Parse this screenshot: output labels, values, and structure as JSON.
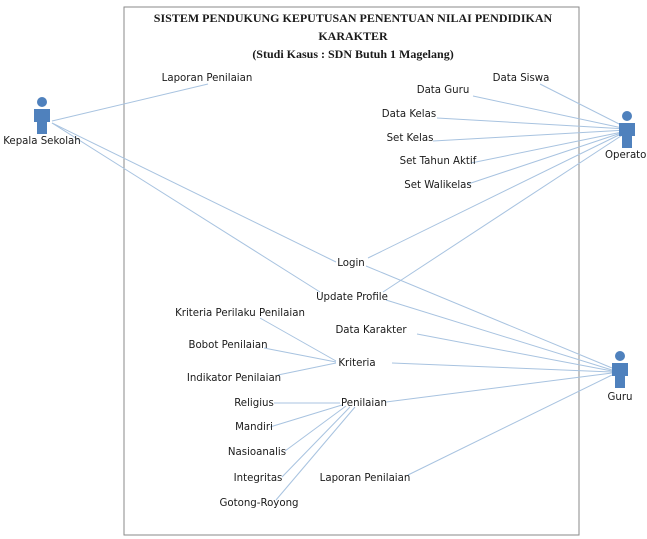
{
  "system": {
    "title_line1": "SISTEM PENDUKUNG KEPUTUSAN PENENTUAN NILAI PENDIDIKAN",
    "title_line2": "KARAKTER",
    "subtitle": "(Studi Kasus : SDN Butuh 1 Magelang)"
  },
  "actors": {
    "kepala": "Kepala Sekolah",
    "operator": "Operator",
    "guru": "Guru"
  },
  "use_cases": {
    "laporan_top": "Laporan Penilaian",
    "data_siswa": "Data Siswa",
    "data_guru": "Data Guru",
    "data_kelas": "Data Kelas",
    "set_kelas": "Set Kelas",
    "set_tahun": "Set Tahun Aktif",
    "set_walikelas": "Set Walikelas",
    "login": "Login",
    "update_profile": "Update Profile",
    "kriteria_perilaku": "Kriteria Perilaku Penilaian",
    "data_karakter": "Data Karakter",
    "bobot": "Bobot Penilaian",
    "kriteria": "Kriteria",
    "indikator": "Indikator Penilaian",
    "religius": "Religius",
    "penilaian": "Penilaian",
    "mandiri": "Mandiri",
    "nasioanalis": "Nasioanalis",
    "integritas": "Integritas",
    "gotong": "Gotong-Royong",
    "laporan_bottom": "Laporan Penilaian"
  },
  "colors": {
    "actor": "#4f81bd",
    "association": "#a8c3e0",
    "boundary": "#8a8a8a"
  }
}
